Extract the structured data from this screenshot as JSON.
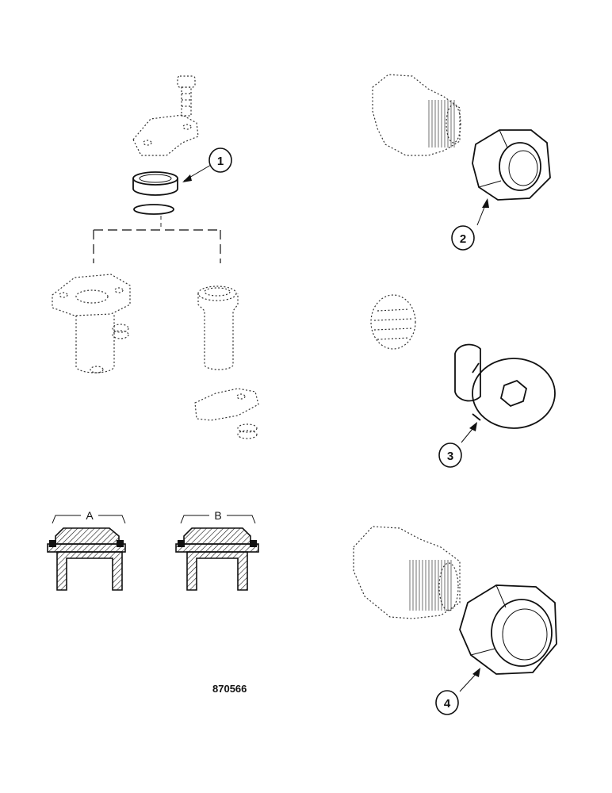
{
  "callouts": [
    "1",
    "2",
    "3",
    "4"
  ],
  "section_labels": {
    "a": "A",
    "b": "B"
  },
  "figure_code": "870566"
}
